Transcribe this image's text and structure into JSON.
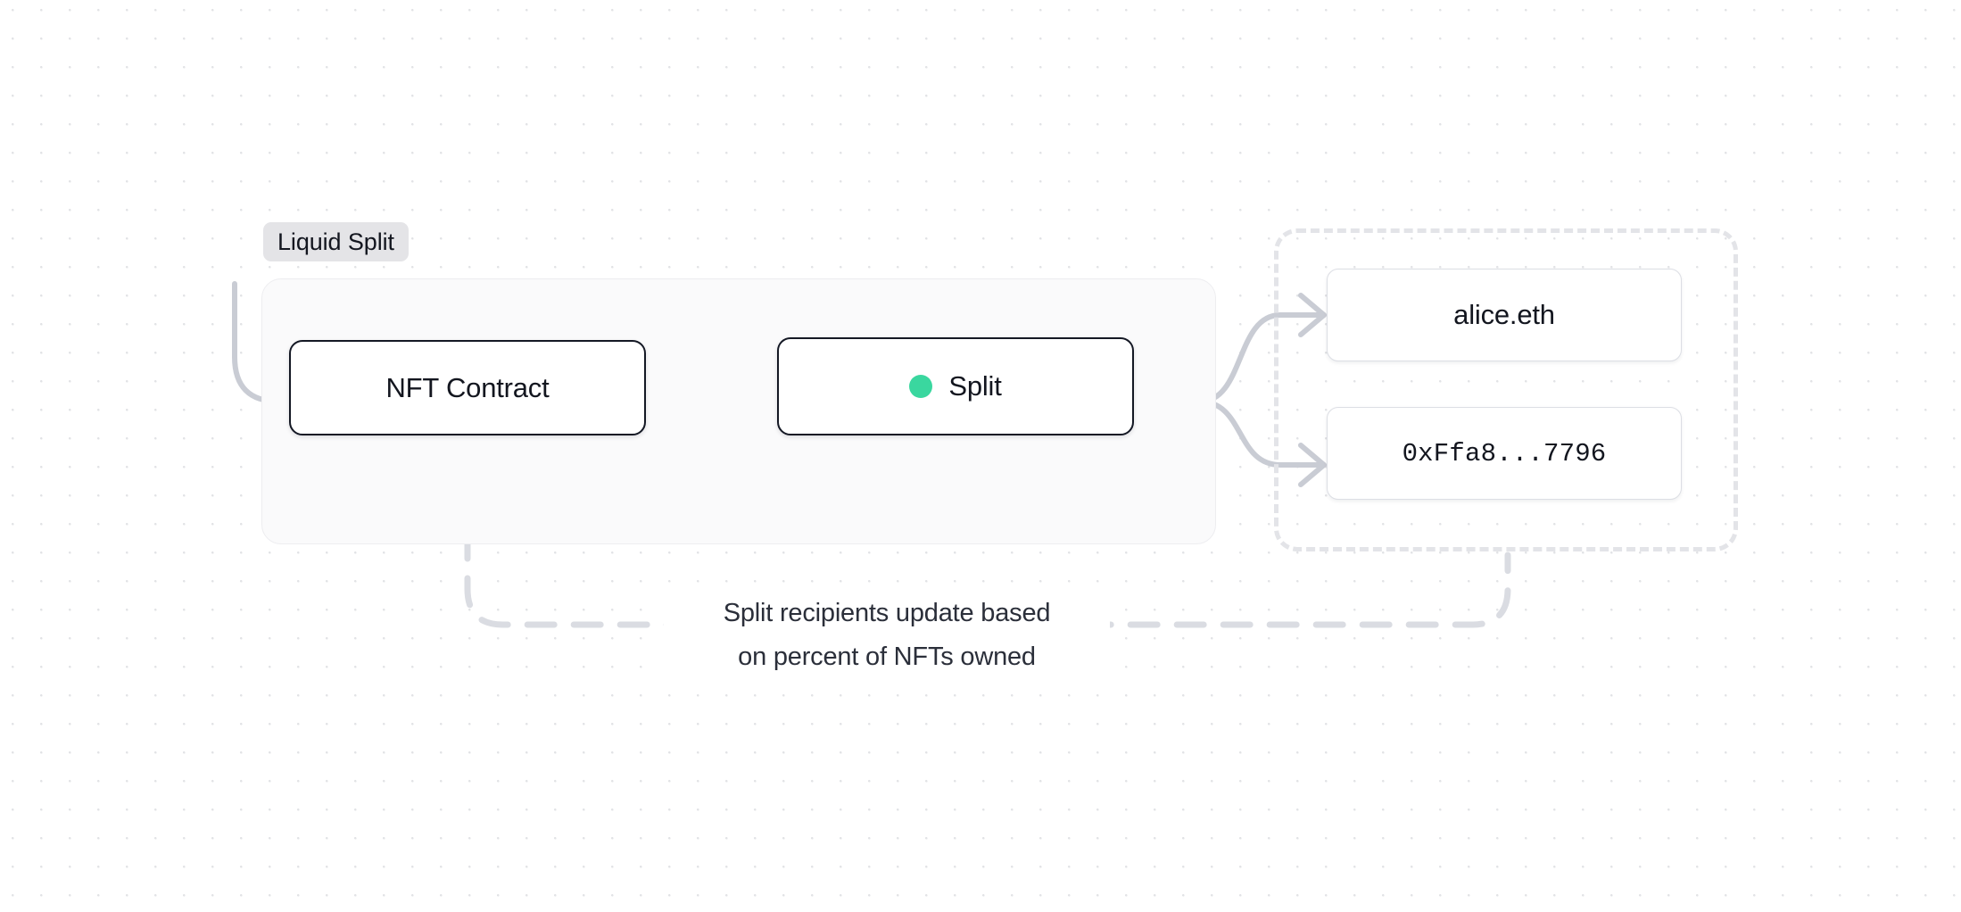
{
  "diagram": {
    "group": {
      "badge_label": "Liquid Split"
    },
    "nodes": [
      {
        "id": "nft-contract",
        "label": "NFT Contract"
      },
      {
        "id": "split",
        "label": "Split",
        "status_dot_color": "#3ad79f"
      }
    ],
    "recipients": [
      {
        "id": "recipient-alice",
        "label": "alice.eth"
      },
      {
        "id": "recipient-address",
        "label": "0xFfa8...7796"
      }
    ],
    "caption": {
      "line1": "Split recipients update based",
      "line2": "on percent of NFTs owned"
    },
    "colors": {
      "node_border": "#141824",
      "recipient_border": "#dcdee4",
      "edge": "#c9ccd4",
      "dashed_border": "#e3e4e8",
      "badge_background": "#e4e4e7",
      "group_background": "#fafafb",
      "status_green": "#3ad79f",
      "grid_dot": "#e2e3e6"
    }
  }
}
